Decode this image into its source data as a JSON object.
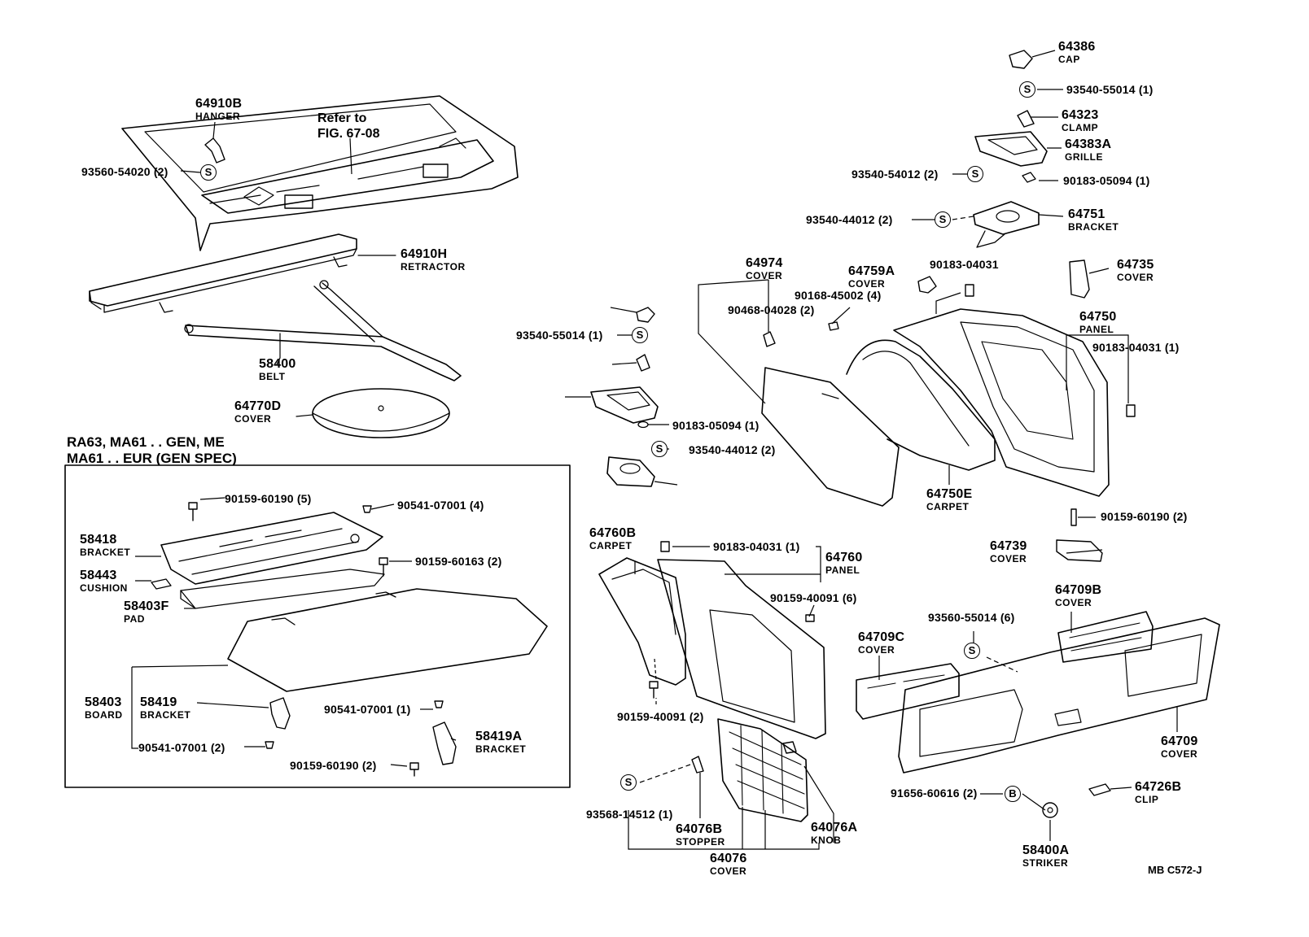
{
  "parts": [
    {
      "id": "64910B",
      "name": "HANGER"
    },
    {
      "id": "64910H",
      "name": "RETRACTOR"
    },
    {
      "id": "58400",
      "name": "BELT"
    },
    {
      "id": "64770D",
      "name": "COVER"
    },
    {
      "id": "64386",
      "name": "CAP"
    },
    {
      "id": "64323",
      "name": "CLAMP"
    },
    {
      "id": "64383A",
      "name": "GRILLE"
    },
    {
      "id": "64751",
      "name": "BRACKET"
    },
    {
      "id": "64974",
      "name": "COVER"
    },
    {
      "id": "64759A",
      "name": "COVER"
    },
    {
      "id": "64735",
      "name": "COVER"
    },
    {
      "id": "64750",
      "name": "PANEL"
    },
    {
      "id": "64750E",
      "name": "CARPET"
    },
    {
      "id": "64739",
      "name": "COVER"
    },
    {
      "id": "64760B",
      "name": "CARPET"
    },
    {
      "id": "64760",
      "name": "PANEL"
    },
    {
      "id": "64709B",
      "name": "COVER"
    },
    {
      "id": "64709C",
      "name": "COVER"
    },
    {
      "id": "64709",
      "name": "COVER"
    },
    {
      "id": "64726B",
      "name": "CLIP"
    },
    {
      "id": "58400A",
      "name": "STRIKER"
    },
    {
      "id": "64076B",
      "name": "STOPPER"
    },
    {
      "id": "64076A",
      "name": "KNOB"
    },
    {
      "id": "64076",
      "name": "COVER"
    },
    {
      "id": "58418",
      "name": "BRACKET"
    },
    {
      "id": "58443",
      "name": "CUSHION"
    },
    {
      "id": "58403F",
      "name": "PAD"
    },
    {
      "id": "58403",
      "name": "BOARD"
    },
    {
      "id": "58419",
      "name": "BRACKET"
    },
    {
      "id": "58419A",
      "name": "BRACKET"
    }
  ],
  "fasteners": [
    "93560-54020 (2)",
    "93540-55014 (1)",
    "93540-54012 (2)",
    "90183-05094 (1)",
    "93540-44012 (2)",
    "90183-04031",
    "90168-45002 (4)",
    "90468-04028 (2)",
    "90183-04031 (1)",
    "93540-55014 (1)",
    "90183-05094 (1)",
    "93540-44012 (2)",
    "90159-60190 (2)",
    "90183-04031 (1)",
    "90159-40091 (6)",
    "93560-55014 (6)",
    "90159-40091 (2)",
    "93568-14512 (1)",
    "91656-60616 (2)",
    "90159-60190 (5)",
    "90541-07001 (4)",
    "90159-60163 (2)",
    "90541-07001 (1)",
    "90541-07001 (2)",
    "90159-60190 (2)"
  ],
  "symbols": {
    "s": "S",
    "b": "B"
  },
  "notes": {
    "refer_line1": "Refer to",
    "refer_line2": "FIG. 67-08",
    "model_line1": "RA63, MA61 . . GEN, ME",
    "model_line2": "MA61 . . EUR (GEN  SPEC)",
    "drawing_code": "MB  C572-J"
  }
}
